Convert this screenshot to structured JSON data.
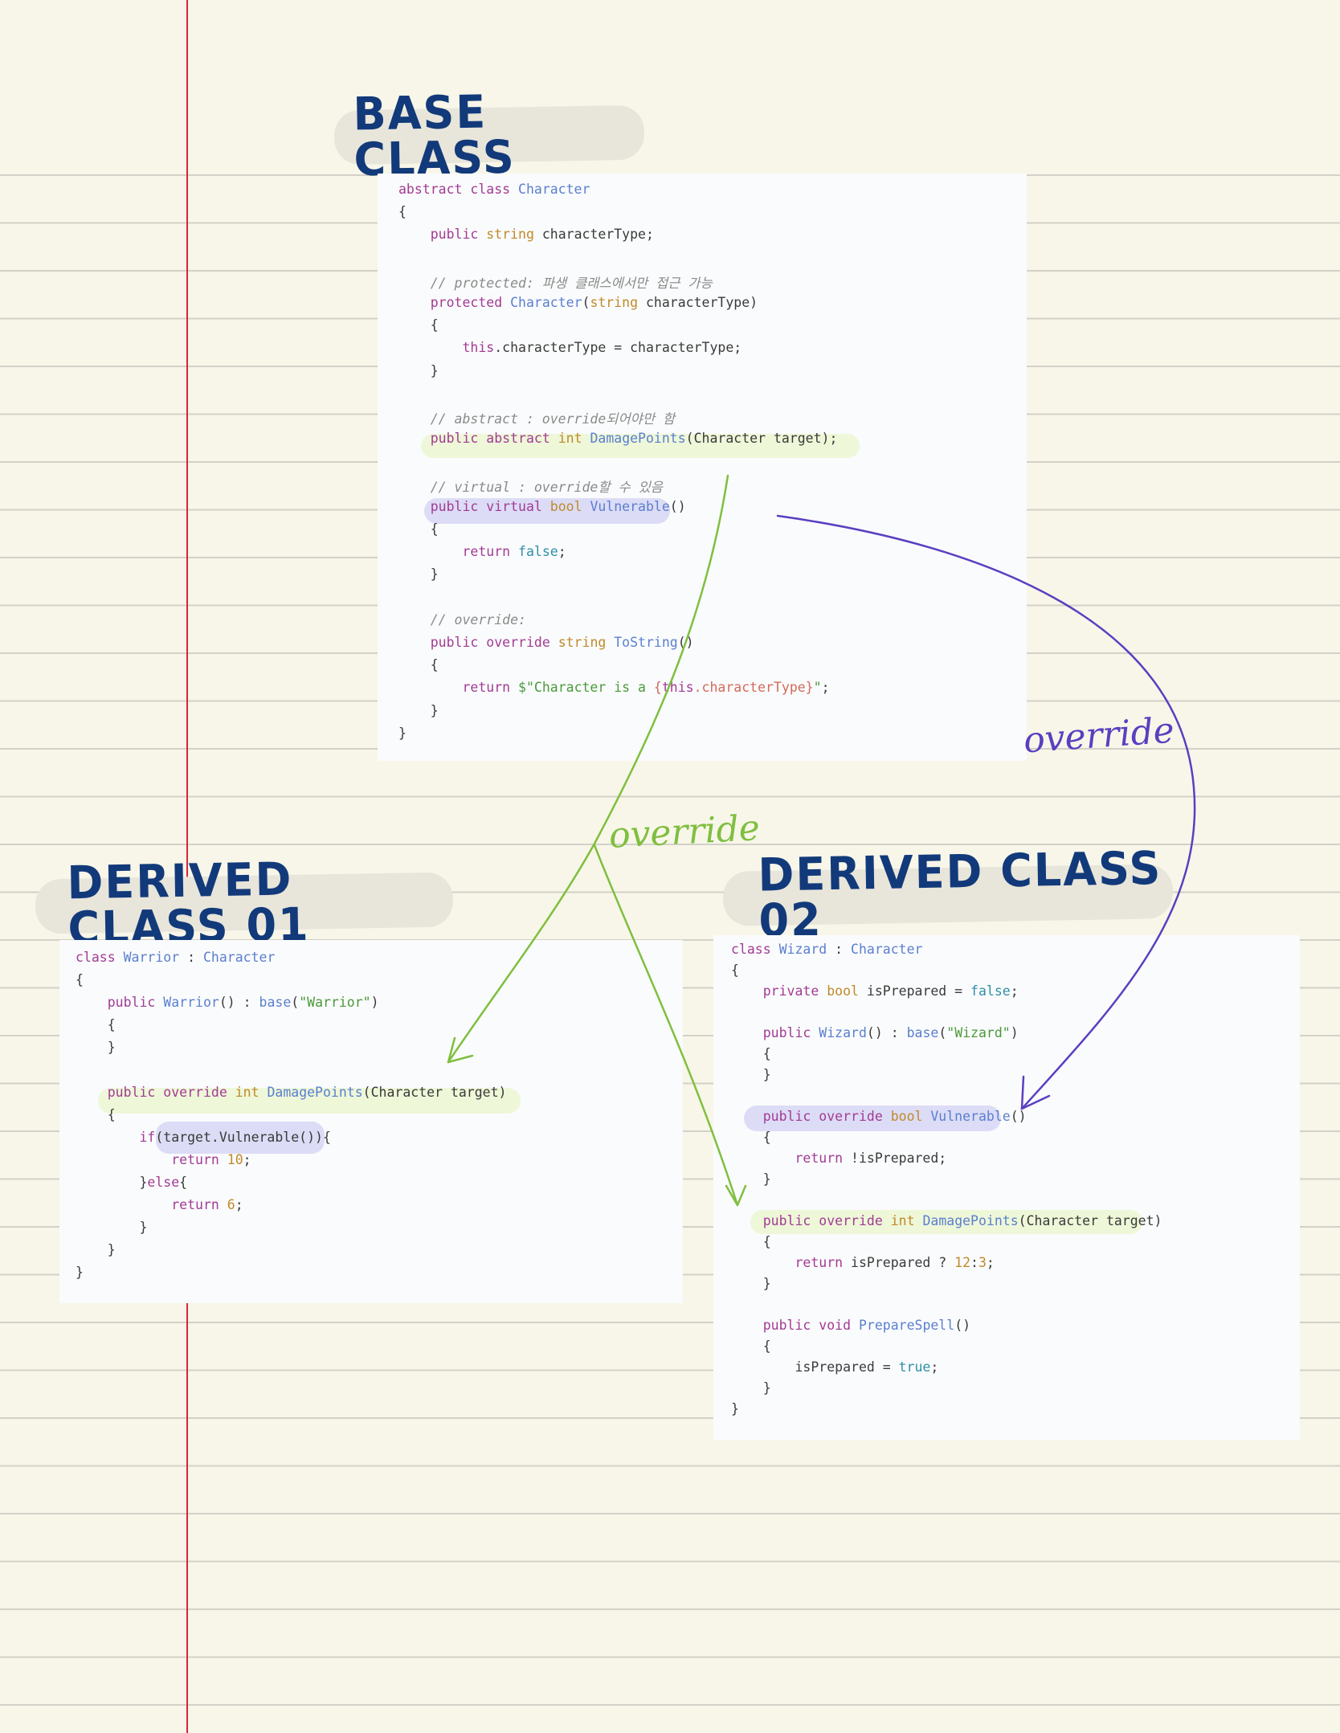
{
  "titles": {
    "base": "BASE CLASS",
    "derived1": "DERIVED CLASS 01",
    "derived2": "DERIVED CLASS 02"
  },
  "annotations": {
    "override_green": "override",
    "override_purple": "override"
  },
  "colors": {
    "paper": "#f8f6e9",
    "rule": "#d3d1c8",
    "margin": "#d7263d",
    "title": "#123a7a",
    "arrow_green": "#7fbf3f",
    "arrow_purple": "#5a3fc0",
    "highlight_green": "#eef7d8",
    "highlight_purple": "#dcdcf6"
  },
  "base_code": [
    [
      [
        "kw",
        "abstract class "
      ],
      [
        "cls",
        "Character"
      ]
    ],
    [
      [
        "",
        "{"
      ]
    ],
    [
      [
        "",
        "    "
      ],
      [
        "kw",
        "public "
      ],
      [
        "ty",
        "string "
      ],
      [
        "",
        "characterType;"
      ]
    ],
    [
      [
        "",
        ""
      ]
    ],
    [
      [
        "cm",
        "    // protected: 파생 클래스에서만 접근 가능"
      ]
    ],
    [
      [
        "",
        "    "
      ],
      [
        "kw",
        "protected "
      ],
      [
        "cls",
        "Character"
      ],
      [
        "",
        "("
      ],
      [
        "ty",
        "string "
      ],
      [
        "",
        "characterType)"
      ]
    ],
    [
      [
        "",
        "    {"
      ]
    ],
    [
      [
        "",
        "        "
      ],
      [
        "kw",
        "this"
      ],
      [
        "",
        ".characterType = characterType;"
      ]
    ],
    [
      [
        "",
        "    }"
      ]
    ],
    [
      [
        "",
        ""
      ]
    ],
    [
      [
        "cm",
        "    // abstract : override되어야만 함"
      ]
    ],
    [
      [
        "",
        "    "
      ],
      [
        "kw",
        "public abstract "
      ],
      [
        "ty",
        "int "
      ],
      [
        "cls",
        "DamagePoints"
      ],
      [
        "",
        "(Character target);"
      ]
    ],
    [
      [
        "",
        ""
      ]
    ],
    [
      [
        "cm",
        "    // virtual : override할 수 있음"
      ]
    ],
    [
      [
        "",
        "    "
      ],
      [
        "kw",
        "public virtual "
      ],
      [
        "ty",
        "bool "
      ],
      [
        "cls",
        "Vulnerable"
      ],
      [
        "",
        "()"
      ]
    ],
    [
      [
        "",
        "    {"
      ]
    ],
    [
      [
        "",
        "        "
      ],
      [
        "kw",
        "return "
      ],
      [
        "bool",
        "false"
      ],
      [
        "",
        ";"
      ]
    ],
    [
      [
        "",
        "    }"
      ]
    ],
    [
      [
        "",
        ""
      ]
    ],
    [
      [
        "cm",
        "    // override:"
      ]
    ],
    [
      [
        "",
        "    "
      ],
      [
        "kw",
        "public override "
      ],
      [
        "ty",
        "string "
      ],
      [
        "cls",
        "ToString"
      ],
      [
        "",
        "()"
      ]
    ],
    [
      [
        "",
        "    {"
      ]
    ],
    [
      [
        "",
        "        "
      ],
      [
        "kw",
        "return "
      ],
      [
        "str",
        "$\"Character is a "
      ],
      [
        "interp",
        "{"
      ],
      [
        "kw",
        "this"
      ],
      [
        "interp",
        ".characterType}"
      ],
      [
        "str",
        "\""
      ],
      [
        "",
        ";"
      ]
    ],
    [
      [
        "",
        "    }"
      ]
    ],
    [
      [
        "",
        "}"
      ]
    ]
  ],
  "warrior_code": [
    [
      [
        "kw",
        "class "
      ],
      [
        "cls",
        "Warrior "
      ],
      [
        "",
        ": "
      ],
      [
        "cls",
        "Character"
      ]
    ],
    [
      [
        "",
        "{"
      ]
    ],
    [
      [
        "",
        "    "
      ],
      [
        "kw",
        "public "
      ],
      [
        "cls",
        "Warrior"
      ],
      [
        "",
        "() : "
      ],
      [
        "cls",
        "base"
      ],
      [
        "",
        "("
      ],
      [
        "str",
        "\"Warrior\""
      ],
      [
        "",
        ")"
      ]
    ],
    [
      [
        "",
        "    {"
      ]
    ],
    [
      [
        "",
        "    }"
      ]
    ],
    [
      [
        "",
        ""
      ]
    ],
    [
      [
        "",
        "    "
      ],
      [
        "kw",
        "public override "
      ],
      [
        "ty",
        "int "
      ],
      [
        "cls",
        "DamagePoints"
      ],
      [
        "",
        "(Character target)"
      ]
    ],
    [
      [
        "",
        "    {"
      ]
    ],
    [
      [
        "",
        "        "
      ],
      [
        "kw",
        "if"
      ],
      [
        "",
        "(target.Vulnerable()){"
      ]
    ],
    [
      [
        "",
        "            "
      ],
      [
        "kw",
        "return "
      ],
      [
        "num",
        "10"
      ],
      [
        "",
        ";"
      ]
    ],
    [
      [
        "",
        "        }"
      ],
      [
        "kw",
        "else"
      ],
      [
        "",
        "{"
      ]
    ],
    [
      [
        "",
        "            "
      ],
      [
        "kw",
        "return "
      ],
      [
        "num",
        "6"
      ],
      [
        "",
        ";"
      ]
    ],
    [
      [
        "",
        "        }"
      ]
    ],
    [
      [
        "",
        "    }"
      ]
    ],
    [
      [
        "",
        "}"
      ]
    ]
  ],
  "wizard_code": [
    [
      [
        "kw",
        "class "
      ],
      [
        "cls",
        "Wizard "
      ],
      [
        "",
        ": "
      ],
      [
        "cls",
        "Character"
      ]
    ],
    [
      [
        "",
        "{"
      ]
    ],
    [
      [
        "",
        "    "
      ],
      [
        "kw",
        "private "
      ],
      [
        "ty",
        "bool "
      ],
      [
        "",
        "isPrepared = "
      ],
      [
        "bool",
        "false"
      ],
      [
        "",
        ";"
      ]
    ],
    [
      [
        "",
        ""
      ]
    ],
    [
      [
        "",
        "    "
      ],
      [
        "kw",
        "public "
      ],
      [
        "cls",
        "Wizard"
      ],
      [
        "",
        "() : "
      ],
      [
        "cls",
        "base"
      ],
      [
        "",
        "("
      ],
      [
        "str",
        "\"Wizard\""
      ],
      [
        "",
        ")"
      ]
    ],
    [
      [
        "",
        "    {"
      ]
    ],
    [
      [
        "",
        "    }"
      ]
    ],
    [
      [
        "",
        ""
      ]
    ],
    [
      [
        "",
        "    "
      ],
      [
        "kw",
        "public override "
      ],
      [
        "ty",
        "bool "
      ],
      [
        "cls",
        "Vulnerable"
      ],
      [
        "",
        "()"
      ]
    ],
    [
      [
        "",
        "    {"
      ]
    ],
    [
      [
        "",
        "        "
      ],
      [
        "kw",
        "return "
      ],
      [
        "",
        "!isPrepared;"
      ]
    ],
    [
      [
        "",
        "    }"
      ]
    ],
    [
      [
        "",
        ""
      ]
    ],
    [
      [
        "",
        "    "
      ],
      [
        "kw",
        "public override "
      ],
      [
        "ty",
        "int "
      ],
      [
        "cls",
        "DamagePoints"
      ],
      [
        "",
        "(Character target)"
      ]
    ],
    [
      [
        "",
        "    {"
      ]
    ],
    [
      [
        "",
        "        "
      ],
      [
        "kw",
        "return "
      ],
      [
        "",
        "isPrepared ? "
      ],
      [
        "num",
        "12"
      ],
      [
        "",
        ":"
      ],
      [
        "num",
        "3"
      ],
      [
        "",
        ";"
      ]
    ],
    [
      [
        "",
        "    }"
      ]
    ],
    [
      [
        "",
        ""
      ]
    ],
    [
      [
        "",
        "    "
      ],
      [
        "kw",
        "public void "
      ],
      [
        "cls",
        "PrepareSpell"
      ],
      [
        "",
        "()"
      ]
    ],
    [
      [
        "",
        "    {"
      ]
    ],
    [
      [
        "",
        "        isPrepared = "
      ],
      [
        "bool",
        "true"
      ],
      [
        "",
        ";"
      ]
    ],
    [
      [
        "",
        "    }"
      ]
    ],
    [
      [
        "",
        "}"
      ]
    ]
  ]
}
